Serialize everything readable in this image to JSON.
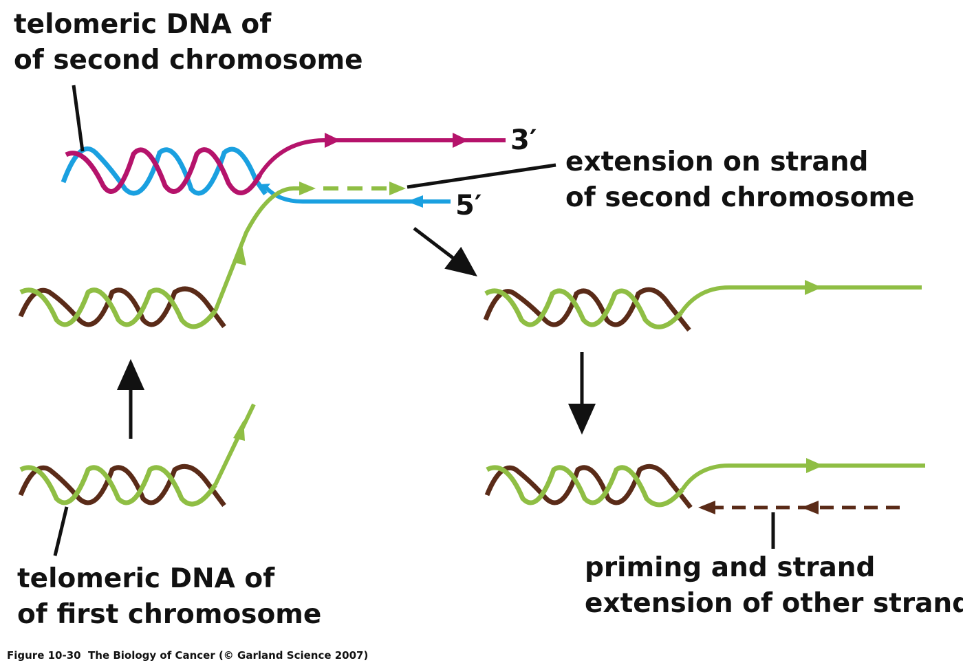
{
  "labels": {
    "second_chromosome_line1": "telomeric DNA of",
    "second_chromosome_line2": "of second chromosome",
    "extension_line1": "extension on strand",
    "extension_line2": "of second chromosome",
    "first_chromosome_line1": "telomeric DNA of",
    "first_chromosome_line2": "of first chromosome",
    "priming_line1": "priming and strand",
    "priming_line2": "extension of other strand",
    "three_prime": "3′",
    "five_prime": "5′"
  },
  "caption": {
    "figure": "Figure 10-30",
    "source": "The Biology of Cancer (© Garland Science 2007)"
  },
  "colors": {
    "magenta_strand": "#b5136b",
    "blue_strand": "#1aa0e0",
    "green_strand": "#8fbe44",
    "brown_strand": "#5a2b18",
    "arrow": "#111111"
  }
}
